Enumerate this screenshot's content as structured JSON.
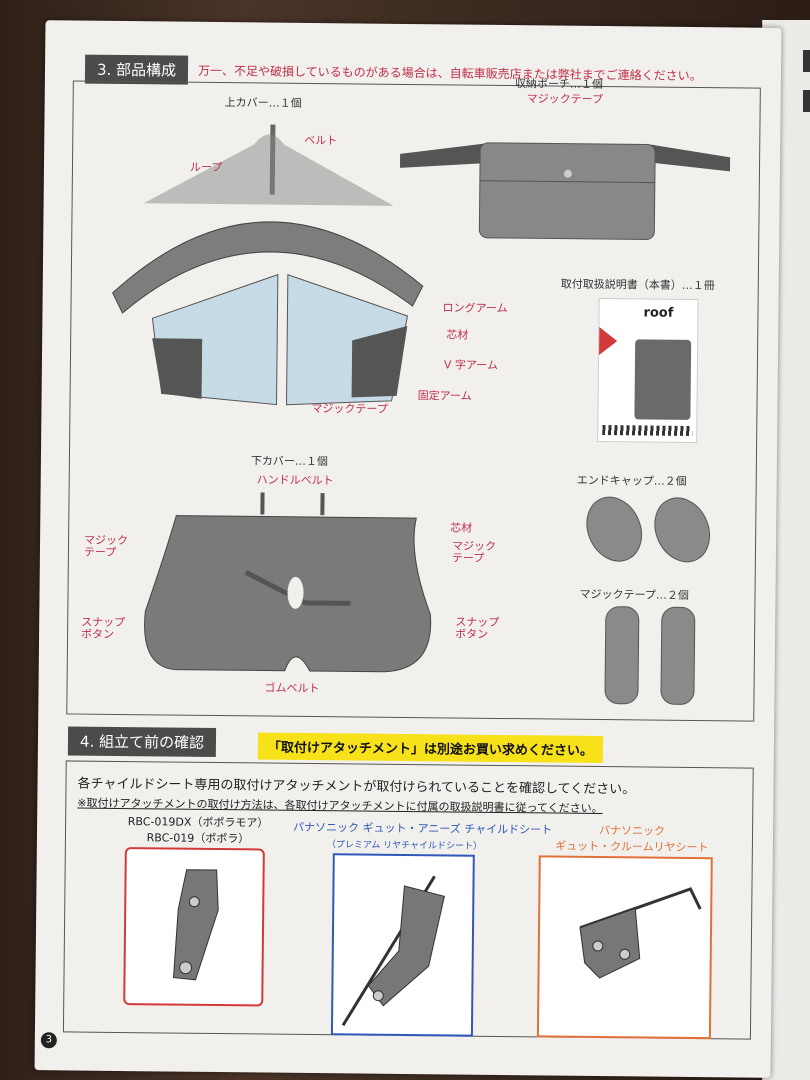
{
  "section3": {
    "title": "3. 部品構成",
    "note": "万一、不足や破損しているものがある場合は、自転車販売店または弊社までご連絡ください。",
    "upper_cover": {
      "title": "上カバー…１個",
      "labels": {
        "belt": "ベルト",
        "loop": "ループ",
        "long_arm": "ロングアーム",
        "core": "芯材",
        "v_arm": "V 字アーム",
        "fixed_arm": "固定アーム",
        "magic_tape": "マジックテープ"
      }
    },
    "pouch": {
      "title": "収納ポーチ…１個",
      "magic_tape": "マジックテープ"
    },
    "manual": {
      "title": "取付取扱説明書（本書）…１冊",
      "cover_logo": "roof"
    },
    "lower_cover": {
      "title": "下カバー…１個",
      "labels": {
        "handle_belt": "ハンドルベルト",
        "core": "芯材",
        "magic_tape_left": "マジック\nテープ",
        "magic_tape_right": "マジック\nテープ",
        "snap_left": "スナップ\nボタン",
        "snap_right": "スナップ\nボタン",
        "rubber_belt": "ゴムベルト"
      }
    },
    "end_cap": {
      "title": "エンドキャップ…２個"
    },
    "magic_tape_parts": {
      "title": "マジックテープ…２個"
    }
  },
  "section4": {
    "title": "4. 組立て前の確認",
    "highlight": "「取付けアタッチメント」は別途お買い求めください。",
    "line1": "各チャイルドシート専用の取付けアタッチメントが取付けられていることを確認してください。",
    "line2": "※取付けアタッチメントの取付け方法は、各取付けアタッチメントに付属の取扱説明書に従ってください。",
    "models": [
      {
        "name": "RBC-019DX（ポポラモア）\nRBC-019（ポポラ）",
        "color": "#d23a3a"
      },
      {
        "name": "パナソニック ギュット・アニーズ チャイルドシート",
        "sub": "（プレミアム リヤチャイルドシート）",
        "color": "#2f58b8"
      },
      {
        "name": "パナソニック\nギュット・クルームリヤシート",
        "color": "#e0703a"
      }
    ]
  },
  "page_number": "3"
}
